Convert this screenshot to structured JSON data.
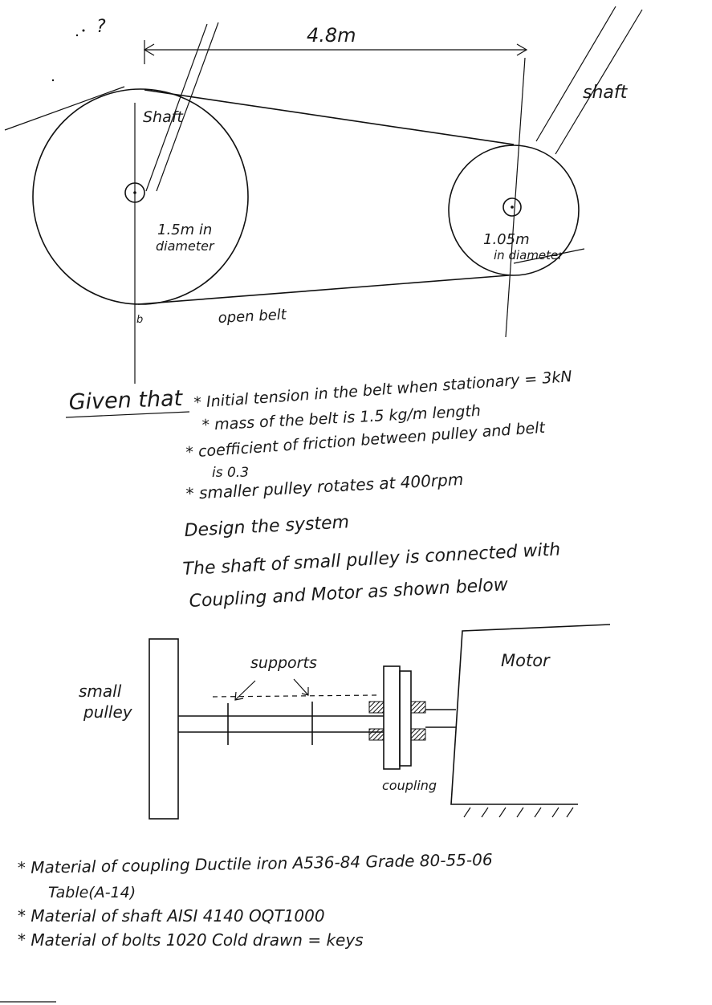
{
  "top_diagram": {
    "mark": "?",
    "center_distance": "4.8m",
    "large_pulley": {
      "shaft_label": "Shaft",
      "dia_line1": "1.5m in",
      "dia_line2": "diameter"
    },
    "small_pulley": {
      "shaft_label": "shaft",
      "dia_line1": "1.05m",
      "dia_line2": "in diameter"
    },
    "belt_label": "open belt",
    "point_label": "b"
  },
  "given": {
    "heading": "Given that",
    "items": [
      "* Initial tension in the belt when stationary = 3kN",
      "* mass of the belt is 1.5 kg/m length",
      "* coefficient of friction between pulley and belt",
      "is 0.3",
      "* smaller pulley rotates at 400rpm"
    ],
    "design": "Design the system",
    "note_line1": "The shaft of small pulley is connected with",
    "note_line2": "Coupling and Motor as shown below"
  },
  "assembly": {
    "pulley_line1": "small",
    "pulley_line2": "pulley",
    "supports": "supports",
    "coupling": "coupling",
    "motor": "Motor"
  },
  "materials": [
    "* Material of coupling  Ductile iron A536-84 Grade 80-55-06",
    "Table(A-14)",
    "* Material of shaft  AISI 4140 OQT1000",
    "* Material of bolts  1020 Cold drawn = keys"
  ]
}
